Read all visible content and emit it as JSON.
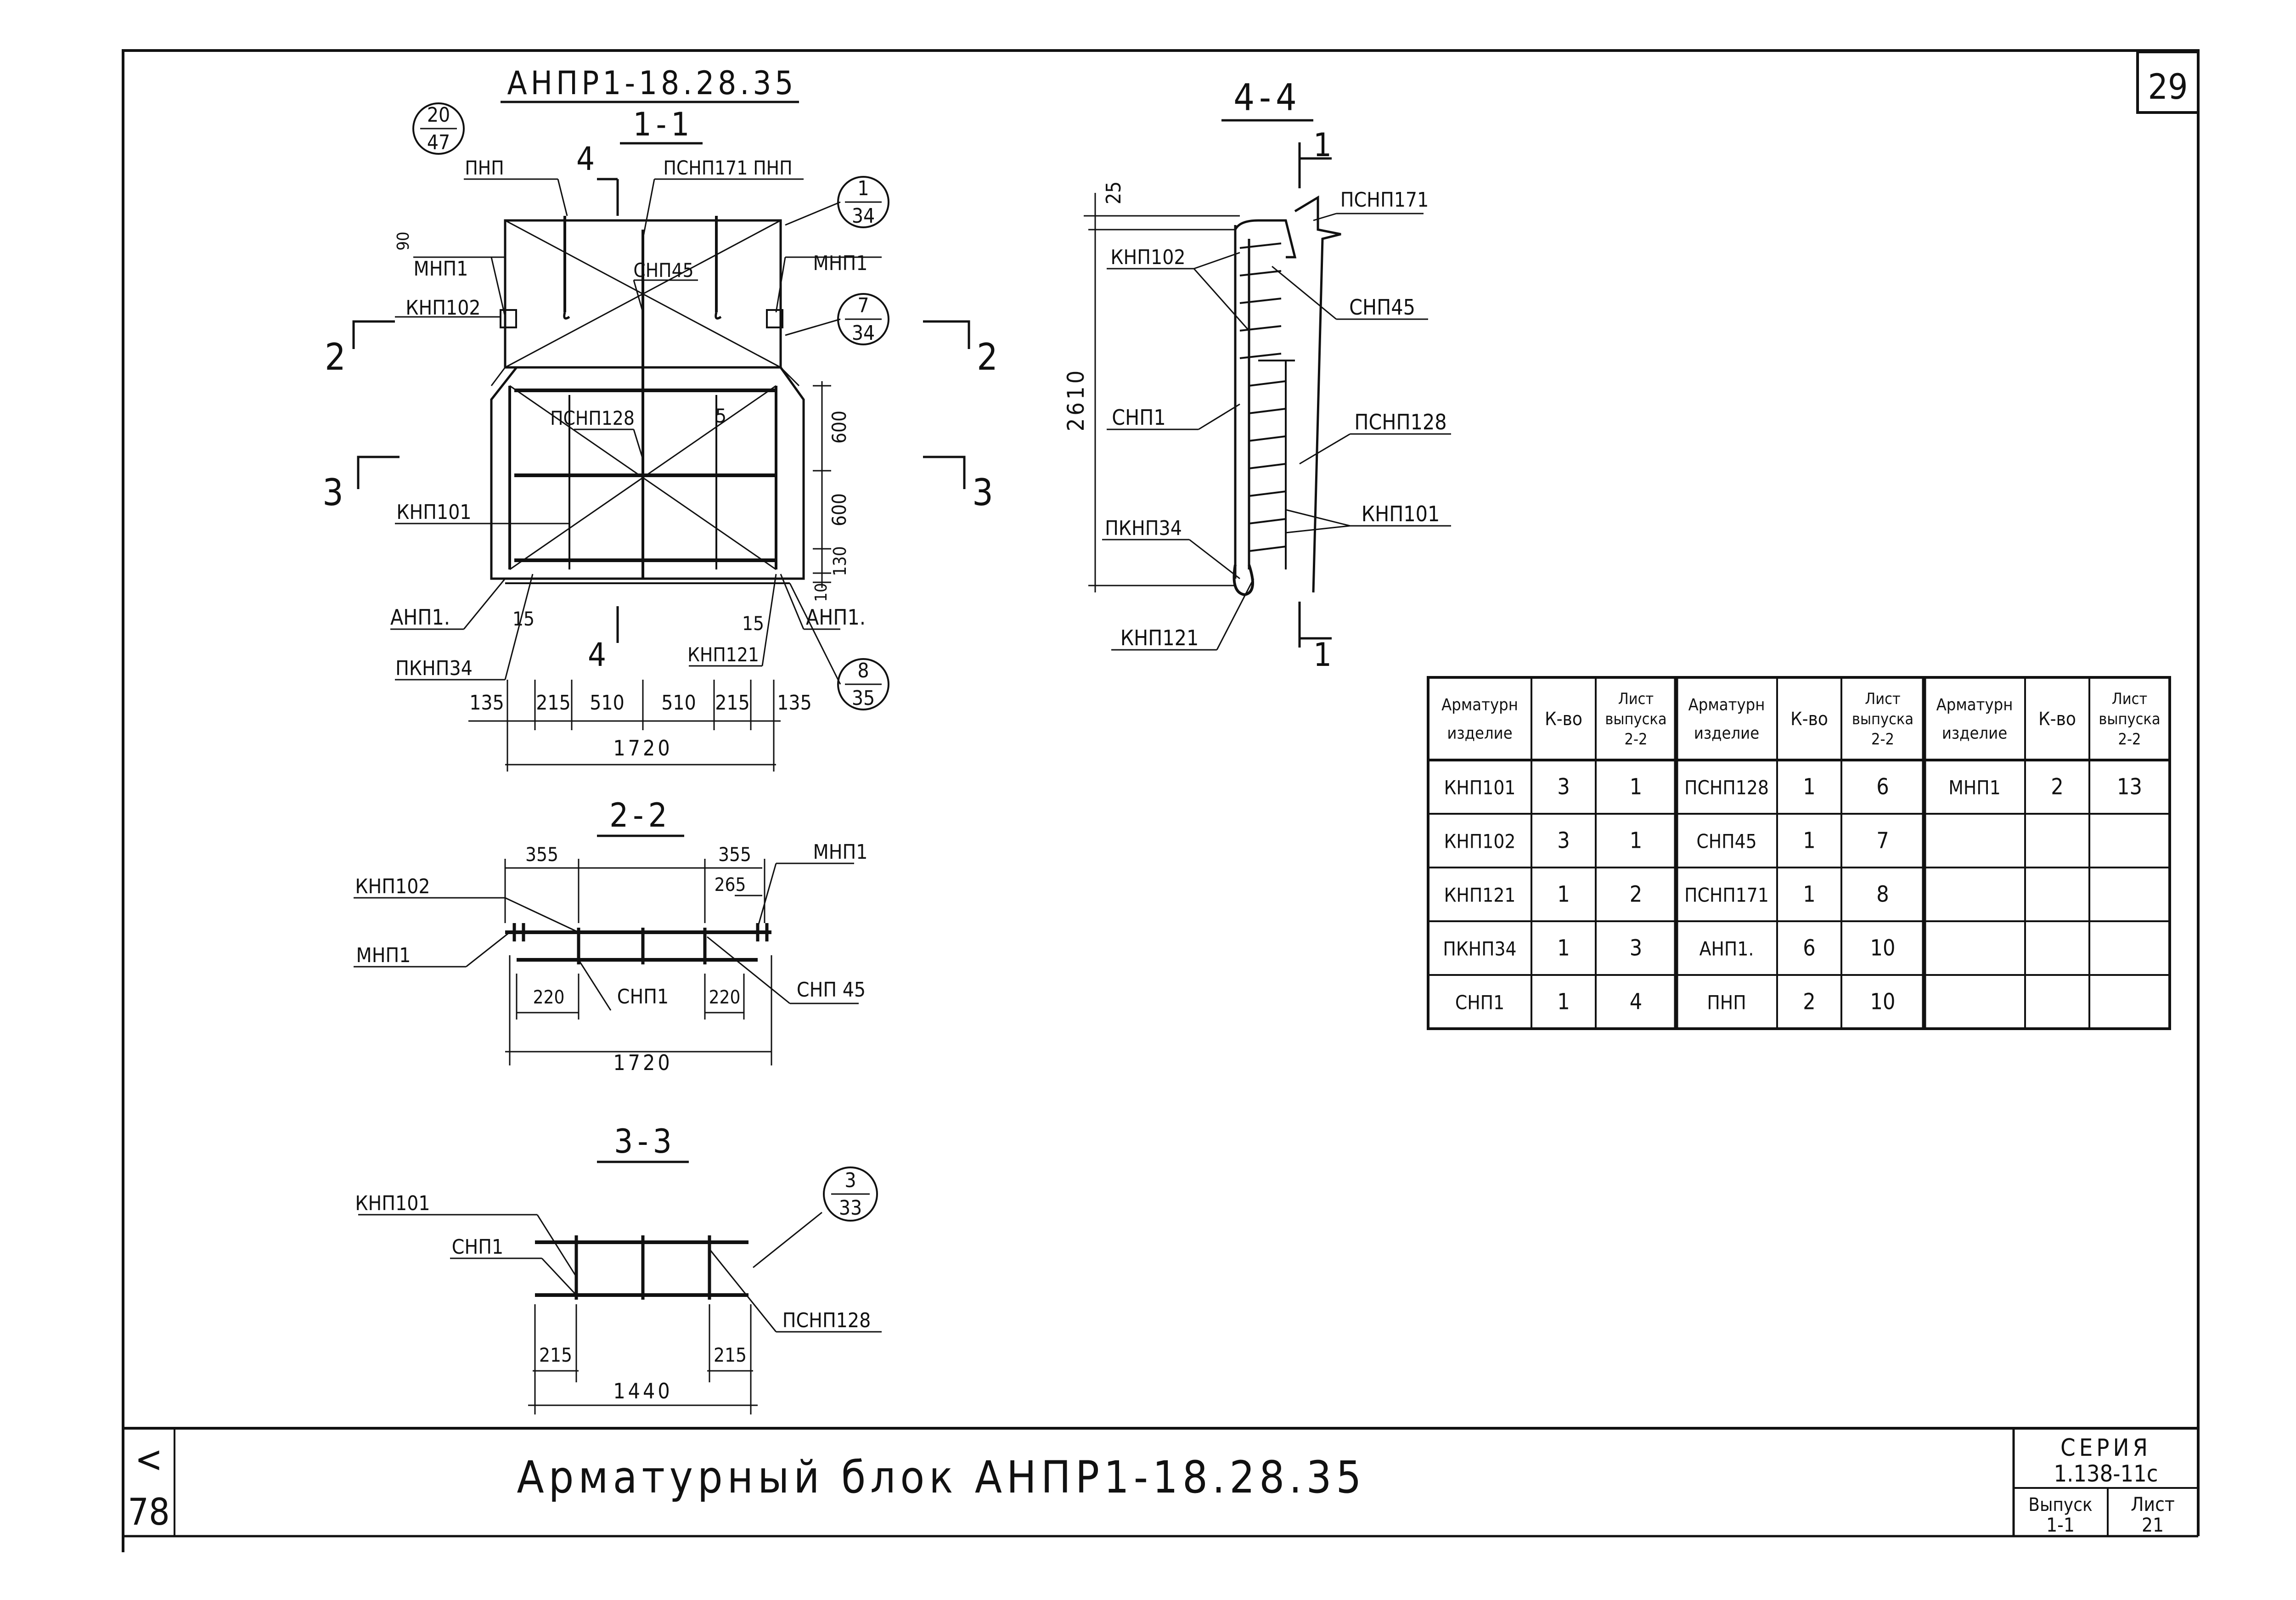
{
  "sheet": {
    "sheet_no": "29",
    "block_title": "Арматурный блок АНПР1-18.28.35",
    "left_margin_marks": [
      "<",
      "78"
    ],
    "series_label": "СЕРИЯ",
    "series_value": "1.138-11с",
    "issue_label": "Выпуск",
    "issue_value": "1-1",
    "list_label": "Лист",
    "list_value": "21"
  },
  "section_1_1": {
    "mark": "АНПР1-18.28.35",
    "title": "1-1",
    "callouts": {
      "top_ref": [
        "20",
        "47"
      ],
      "right_ref_top": [
        "1",
        "34"
      ],
      "right_ref_mid": [
        "7",
        "34"
      ],
      "right_ref_bottom": [
        "8",
        "35"
      ]
    },
    "labels": {
      "pnp": "ПНП",
      "psnp171_pnp": "ПСНП171 ПНП",
      "snp45": "СНП45",
      "mnp1_left": "МНП1",
      "mnp1_right": "МНП1",
      "knp102": "КНП102",
      "psnp128": "ПСНП128",
      "knp101": "КНП101",
      "anp1_left": "АНП1.",
      "anp1_right": "АНП1.",
      "pknp34": "ПКНП34",
      "knp121": "КНП121",
      "cut_2_left": "2",
      "cut_2_right": "2",
      "cut_3_left": "3",
      "cut_3_right": "3",
      "cut_4_top": "4",
      "cut_4_bottom": "4",
      "dim_90": "90",
      "dim_5": "5",
      "dim_600a": "600",
      "dim_600b": "600",
      "dim_130": "130",
      "dim_10": "10",
      "dim_15_left": "15",
      "dim_15_right": "15"
    },
    "bottom_dims": [
      "135",
      "215",
      "510",
      "510",
      "215",
      "135"
    ],
    "overall": "1720"
  },
  "section_2_2": {
    "title": "2-2",
    "knp102": "КНП102",
    "mnp1_left": "МНП1",
    "mnp1_right": "МНП1",
    "snp1": "СНП1",
    "snp45": "СНП 45",
    "dim_355_left": "355",
    "dim_355_right": "355",
    "dim_265": "265",
    "dim_220_left": "220",
    "dim_220_right": "220",
    "overall": "1720"
  },
  "section_3_3": {
    "title": "3-3",
    "knp101": "КНП101",
    "snp1": "СНП1",
    "psnp128": "ПСНП128",
    "ref": [
      "3",
      "33"
    ],
    "dim_215_left": "215",
    "dim_215_right": "215",
    "overall": "1440"
  },
  "section_4_4": {
    "title": "4-4",
    "dim_25": "25",
    "dim_2610": "2610",
    "cut_1_top": "1",
    "cut_1_bottom": "1",
    "psnp171": "ПСНП171",
    "knp102": "КНП102",
    "snp45": "СНП45",
    "snp1": "СНП1",
    "psnp128": "ПСНП128",
    "knp101": "КНП101",
    "pknp34": "ПКНП34",
    "knp121": "КНП121"
  },
  "spec_table": {
    "headers": [
      [
        "Арматурн",
        "изделие"
      ],
      [
        "К-во"
      ],
      [
        "Лист",
        "выпуска",
        "2-2"
      ],
      [
        "Арматурн",
        "изделие"
      ],
      [
        "К-во"
      ],
      [
        "Лист",
        "выпуска",
        "2-2"
      ],
      [
        "Арматурн",
        "изделие"
      ],
      [
        "К-во"
      ],
      [
        "Лист",
        "выпуска",
        "2-2"
      ]
    ],
    "rows": [
      [
        "КНП101",
        "3",
        "1",
        "ПСНП128",
        "1",
        "6",
        "МНП1",
        "2",
        "13"
      ],
      [
        "КНП102",
        "3",
        "1",
        "СНП45",
        "1",
        "7",
        "",
        "",
        ""
      ],
      [
        "КНП121",
        "1",
        "2",
        "ПСНП171",
        "1",
        "8",
        "",
        "",
        ""
      ],
      [
        "ПКНП34",
        "1",
        "3",
        "АНП1.",
        "6",
        "10",
        "",
        "",
        ""
      ],
      [
        "СНП1",
        "1",
        "4",
        "ПНП",
        "2",
        "10",
        "",
        "",
        ""
      ]
    ]
  }
}
